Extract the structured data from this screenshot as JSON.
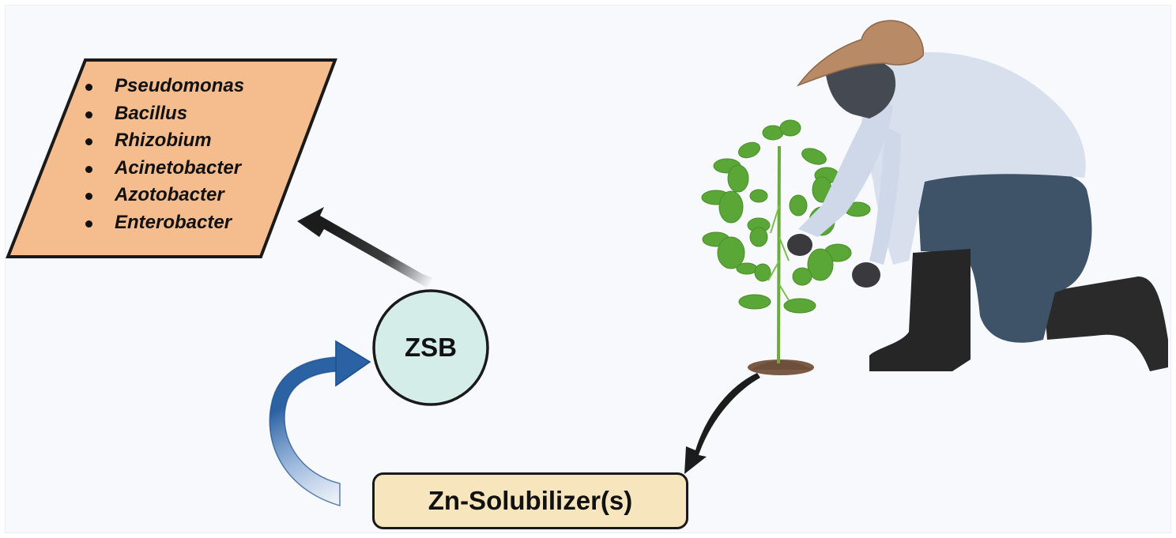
{
  "figure": {
    "title": "Zinc solubilizing bacteria (ZSB) and plant Zn uptake",
    "colors": {
      "background": "#f8f9fd",
      "genus_box_fill": "#f5bd8e",
      "zsb_circle_fill": "#d4ede9",
      "zn_box_fill": "#f6e5bd",
      "blue_arrow": "#2b62a4",
      "black_arrow": "#1c1c1c",
      "leaf_green": "#5aa636",
      "soil_brown": "#7a5a44"
    }
  },
  "genus_box": {
    "items": [
      {
        "label": "Pseudomonas"
      },
      {
        "label": "Bacillus"
      },
      {
        "label": "Rhizobium"
      },
      {
        "label": "Acinetobacter"
      },
      {
        "label": "Azotobacter"
      },
      {
        "label": "Enterobacter"
      }
    ]
  },
  "zsb_node": {
    "label": "ZSB"
  },
  "zn_node": {
    "label": "Zn-Solubilizer(s)"
  },
  "illustration": {
    "plant": "soybean-plant",
    "person": "farmer-kneeling"
  }
}
